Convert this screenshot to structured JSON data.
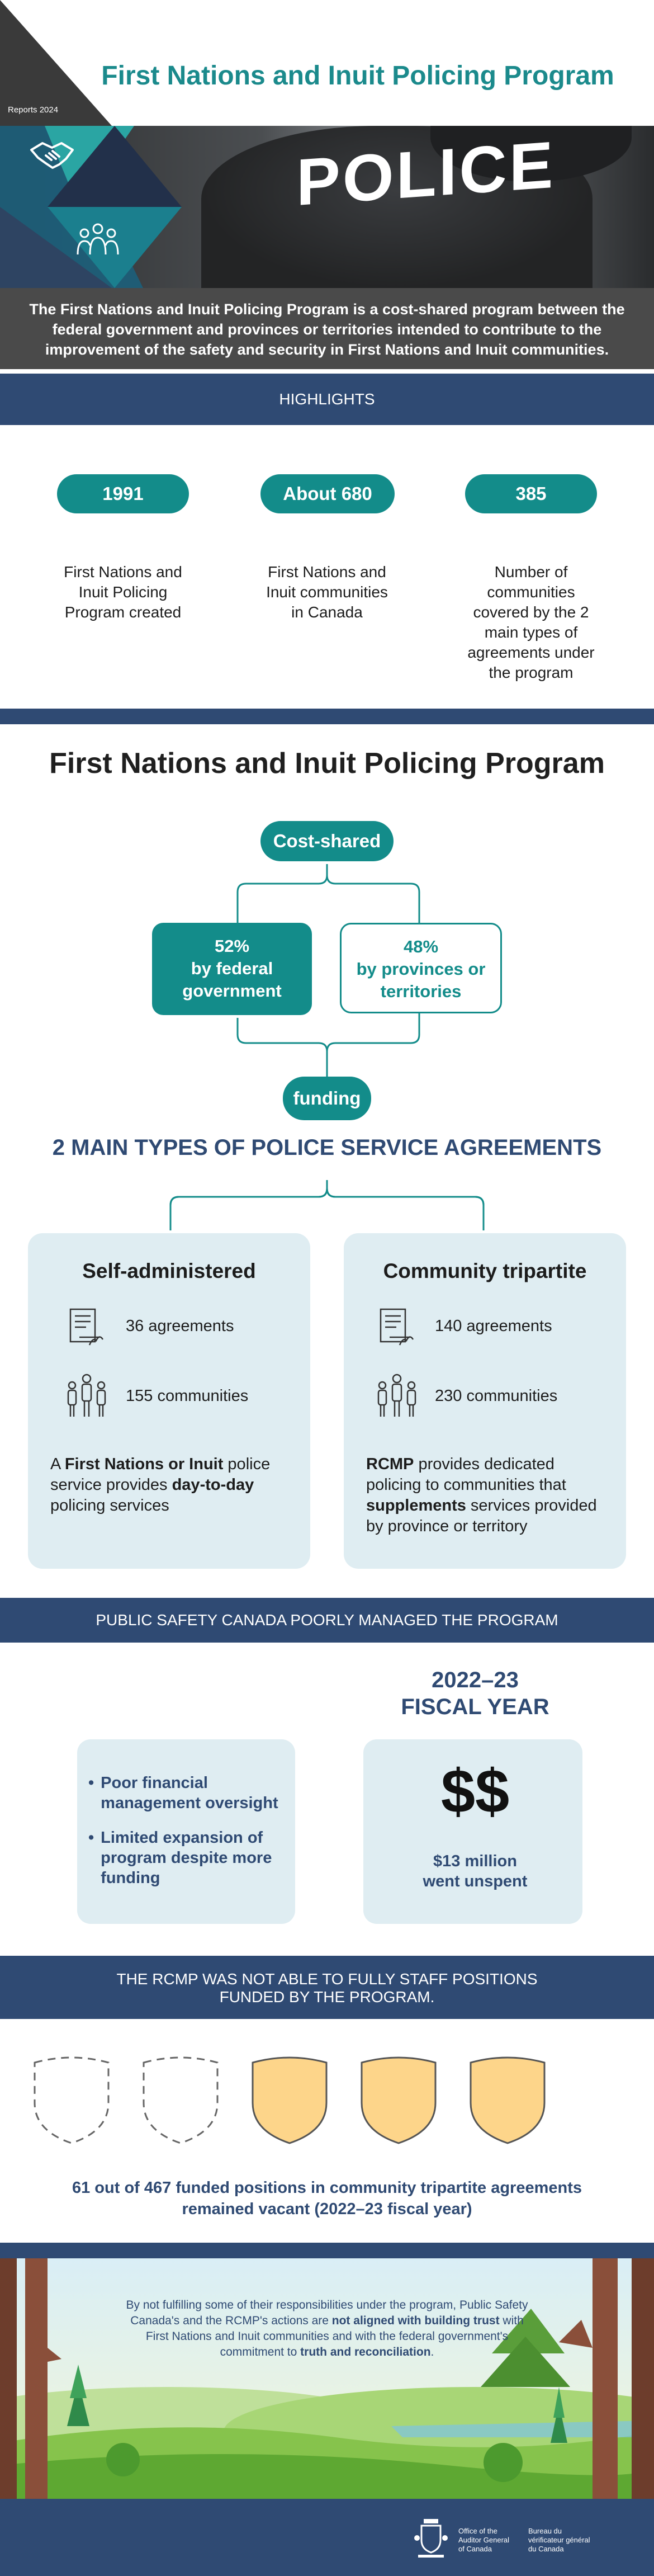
{
  "header": {
    "title": "First Nations and Inuit Policing Program",
    "reports_label": "Reports 2024"
  },
  "hero": {
    "police_text": "POLICE",
    "icons": [
      "handshake-icon",
      "people-group-icon"
    ]
  },
  "intro": {
    "bold_lead": "The First Nations and Inuit Policing Program",
    "rest": " is a cost-shared program between the federal government and provinces or territories intended to contribute to the improvement of the safety and security in First Nations and Inuit communities."
  },
  "highlights": {
    "heading": "HIGHLIGHTS",
    "items": [
      {
        "value": "1991",
        "label": "First Nations and Inuit Policing Program created"
      },
      {
        "value": "About 680",
        "label": "First Nations and Inuit communities in Canada"
      },
      {
        "value": "385",
        "label": "Number of communities covered by the 2 main types of agreements under the program"
      }
    ]
  },
  "program": {
    "title": "First Nations and Inuit Policing Program",
    "cost_shared": "Cost-shared",
    "federal": {
      "pct": "52%",
      "label": "by federal government"
    },
    "provinces": {
      "pct": "48%",
      "label": "by provinces or territories"
    },
    "funding": "funding",
    "types_title": "2 MAIN TYPES OF POLICE SERVICE AGREEMENTS",
    "cards": [
      {
        "title": "Self-administered",
        "agreements": "36 agreements",
        "communities": "155 communities",
        "desc_parts": [
          "A ",
          "First Nations or Inuit",
          " police service provides ",
          "day-to-day",
          " policing services"
        ]
      },
      {
        "title": "Community tripartite",
        "agreements": "140 agreements",
        "communities": "230 communities",
        "desc_parts": [
          "RCMP",
          " provides dedicated policing to communities that ",
          "supplements",
          " services provided by province or territory"
        ]
      }
    ]
  },
  "psc": {
    "heading": "PUBLIC SAFETY CANADA POORLY MANAGED THE PROGRAM",
    "bullets": [
      "Poor financial management oversight",
      "Limited expansion of program despite more funding"
    ],
    "fiscal_title_1": "2022–23",
    "fiscal_title_2": "FISCAL YEAR",
    "dollar": "$$",
    "unspent_1": "$13 million",
    "unspent_2": "went unspent"
  },
  "rcmp": {
    "heading_1": "THE RCMP WAS NOT ABLE TO FULLY STAFF POSITIONS",
    "heading_2": "FUNDED BY THE PROGRAM.",
    "shields": {
      "vacant": 2,
      "filled": 3,
      "vacant_color": "#ffffff",
      "filled_color": "#fdd58a"
    },
    "vacant_1": "61 out of 467 funded positions in community tripartite agreements",
    "vacant_2": "remained vacant (2022–23 fiscal year)"
  },
  "closing": {
    "parts": [
      "By not fulfilling some of their responsibilities under the program, Public Safety Canada's and the RCMP's actions are ",
      "not aligned with building trust",
      " with First Nations and Inuit communities and with the federal government's commitment to ",
      "truth and reconciliation",
      "."
    ]
  },
  "footer": {
    "en_1": "Office of the",
    "en_2": "Auditor General",
    "en_3": "of Canada",
    "fr_1": "Bureau du",
    "fr_2": "vérificateur général",
    "fr_3": "du Canada"
  },
  "colors": {
    "teal": "#138c8a",
    "navy": "#2f4a73",
    "light_blue": "#dfedf2"
  }
}
